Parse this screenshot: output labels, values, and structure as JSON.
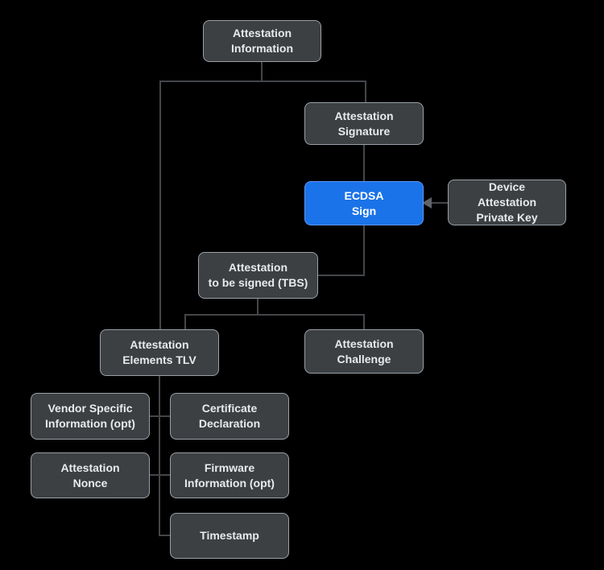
{
  "diagram": {
    "title": "Attestation Information structure diagram",
    "colors": {
      "background": "#000000",
      "node_fill": "#3C4043",
      "node_border": "#9AA0A6",
      "accent_fill": "#1A73E8",
      "accent_border": "#5E97F6",
      "connector": "#434649",
      "arrow": "#5F6368",
      "text": "#E8EAED"
    },
    "nodes": [
      {
        "id": "attestation-information",
        "label": "Attestation\nInformation"
      },
      {
        "id": "attestation-signature",
        "label": "Attestation\nSignature"
      },
      {
        "id": "ecdsa-sign",
        "label": "ECDSA\nSign",
        "accent": true
      },
      {
        "id": "device-attestation-private-key",
        "label": "Device\nAttestation\nPrivate Key"
      },
      {
        "id": "attestation-to-be-signed-tbs",
        "label": "Attestation\nto be signed (TBS)"
      },
      {
        "id": "attestation-elements-tlv",
        "label": "Attestation\nElements TLV"
      },
      {
        "id": "attestation-challenge",
        "label": "Attestation\nChallenge"
      },
      {
        "id": "vendor-specific-information",
        "label": "Vendor Specific\nInformation (opt)"
      },
      {
        "id": "certificate-declaration",
        "label": "Certificate\nDeclaration"
      },
      {
        "id": "attestation-nonce",
        "label": "Attestation\nNonce"
      },
      {
        "id": "firmware-information",
        "label": "Firmware\nInformation (opt)"
      },
      {
        "id": "timestamp",
        "label": "Timestamp"
      }
    ],
    "edges": [
      {
        "from": "attestation-information",
        "to": "attestation-signature",
        "arrow": false
      },
      {
        "from": "attestation-information",
        "to": "attestation-elements-tlv",
        "arrow": false
      },
      {
        "from": "attestation-signature",
        "to": "ecdsa-sign",
        "arrow": false
      },
      {
        "from": "device-attestation-private-key",
        "to": "ecdsa-sign",
        "arrow": true
      },
      {
        "from": "ecdsa-sign",
        "to": "attestation-to-be-signed-tbs",
        "arrow": false
      },
      {
        "from": "attestation-to-be-signed-tbs",
        "to": "attestation-elements-tlv",
        "arrow": false
      },
      {
        "from": "attestation-to-be-signed-tbs",
        "to": "attestation-challenge",
        "arrow": false
      },
      {
        "from": "attestation-elements-tlv",
        "to": "vendor-specific-information",
        "arrow": false
      },
      {
        "from": "attestation-elements-tlv",
        "to": "certificate-declaration",
        "arrow": false
      },
      {
        "from": "attestation-elements-tlv",
        "to": "attestation-nonce",
        "arrow": false
      },
      {
        "from": "attestation-elements-tlv",
        "to": "firmware-information",
        "arrow": false
      },
      {
        "from": "attestation-elements-tlv",
        "to": "timestamp",
        "arrow": false
      }
    ]
  }
}
